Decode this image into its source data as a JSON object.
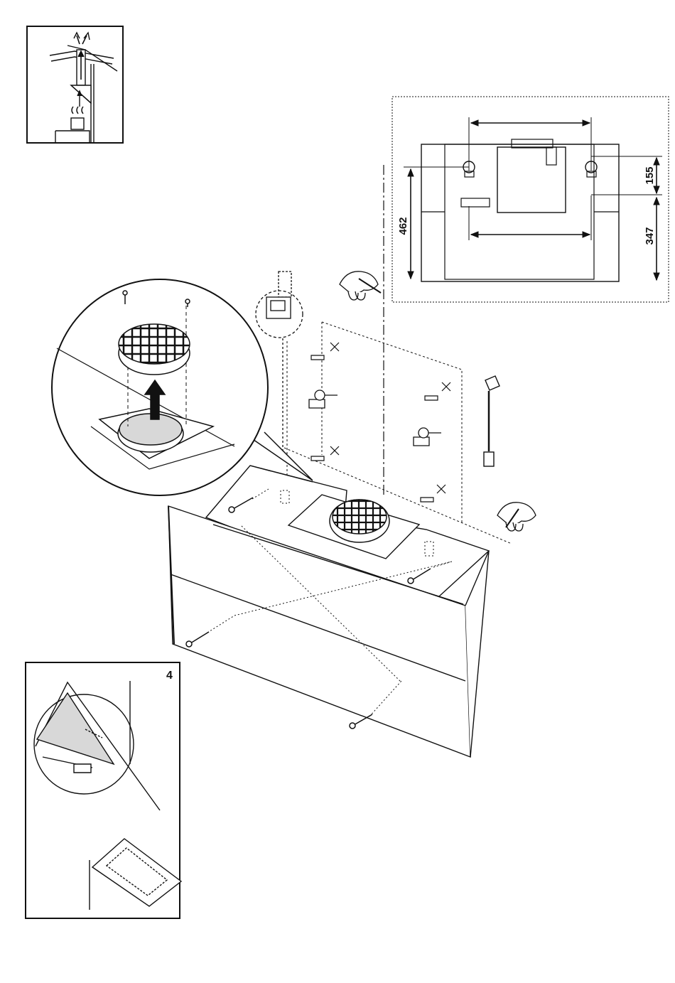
{
  "dimensions": {
    "vertical_total": "462",
    "upper_offset": "155",
    "lower_offset": "347"
  },
  "step_number": "4",
  "colors": {
    "line": "#111111",
    "fill_gray": "#d8d8d8",
    "background": "#ffffff"
  }
}
